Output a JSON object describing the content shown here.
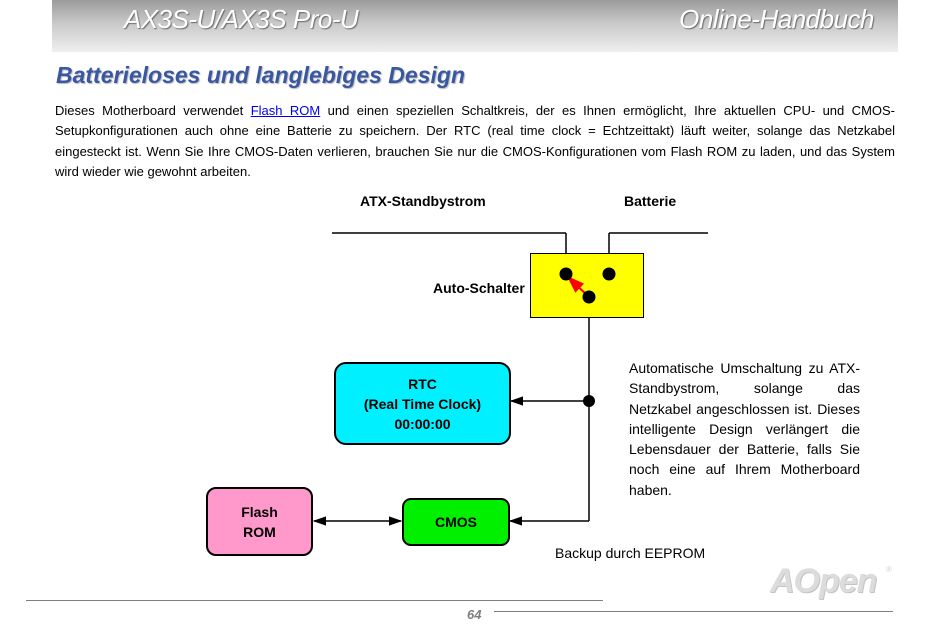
{
  "header": {
    "product": "AX3S-U/AX3S Pro-U",
    "manual": "Online-Handbuch"
  },
  "section_title": "Batterieloses und langlebiges Design",
  "intro": {
    "text_before_link": "Dieses Motherboard verwendet ",
    "link": "Flash ROM",
    "text_after_link": " und einen speziellen Schaltkreis, der es Ihnen ermöglicht, Ihre aktuellen CPU- und CMOS-Setupkonfigurationen auch ohne eine Batterie zu speichern. Der RTC (real time clock = Echtzeittakt) läuft weiter, solange das Netzkabel eingesteckt ist. Wenn Sie Ihre CMOS-Daten verlieren, brauchen Sie nur die CMOS-Konfigurationen vom Flash ROM zu laden, und das System wird wieder wie gewohnt arbeiten."
  },
  "diagram": {
    "atx_label": "ATX-Standbystrom",
    "battery_label": "Batterie",
    "switch_label": "Auto-Schalter",
    "rtc_line1": "RTC",
    "rtc_line2": "(Real Time Clock)",
    "rtc_time": "00:00:00",
    "cmos_label": "CMOS",
    "flash_line1": "Flash",
    "flash_line2": "ROM",
    "note": "Automatische Umschaltung zu ATX-Standbystrom, solange das Netzkabel angeschlossen ist. Dieses intelligente Design verlängert die Lebensdauer der Batterie, falls Sie noch eine auf Ihrem Motherboard haben.",
    "backup_label": "Backup durch EEPROM",
    "colors": {
      "switch": "#ffff00",
      "rtc": "#00f0ff",
      "cmos": "#00f000",
      "flash": "#ff99cc",
      "switch_arrow": "#ff0000"
    }
  },
  "footer": {
    "brand": "AOpen",
    "page_number": "64"
  }
}
